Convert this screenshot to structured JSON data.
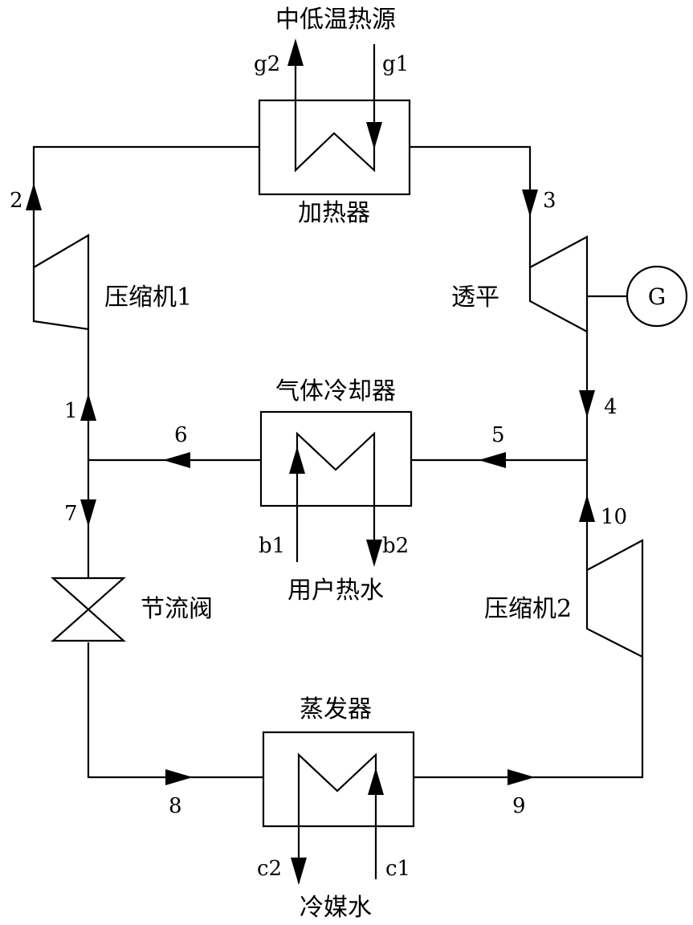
{
  "components": {
    "heat_source": "中低温热源",
    "heater": "加热器",
    "compressor1": "压缩机1",
    "compressor2": "压缩机2",
    "turbine": "透平",
    "generator": "G",
    "gas_cooler": "气体冷却器",
    "user_hot_water": "用户热水",
    "throttle_valve": "节流阀",
    "evaporator": "蒸发器",
    "chilled_water": "冷媒水"
  },
  "points": {
    "p1": "1",
    "p2": "2",
    "p3": "3",
    "p4": "4",
    "p5": "5",
    "p6": "6",
    "p7": "7",
    "p8": "8",
    "p9": "9",
    "p10": "10"
  },
  "streams": {
    "g1": "g1",
    "g2": "g2",
    "b1": "b1",
    "b2": "b2",
    "c1": "c1",
    "c2": "c2"
  }
}
